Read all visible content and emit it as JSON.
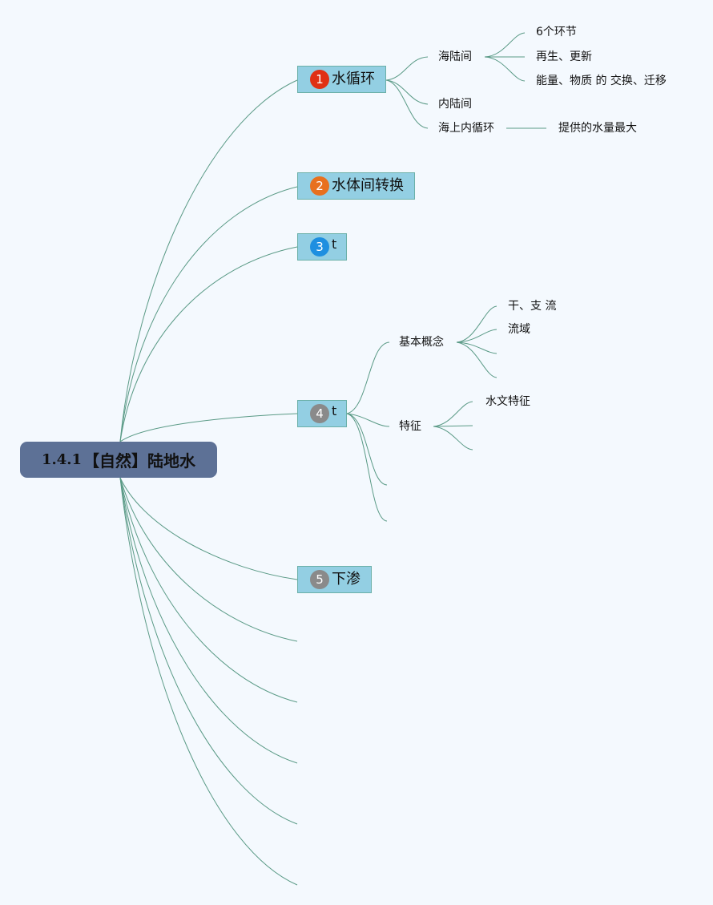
{
  "root": {
    "number": "1.4.1",
    "title": "【自然】陆地水"
  },
  "topics": [
    {
      "badge": "1",
      "label": "水循环",
      "color": "#e03014"
    },
    {
      "badge": "2",
      "label": "水体间转换",
      "color": "#e8701e"
    },
    {
      "badge": "3",
      "label": "t",
      "color": "#1e8fe0"
    },
    {
      "badge": "4",
      "label": "t",
      "color": "#8a8a8a"
    },
    {
      "badge": "5",
      "label": "下渗",
      "color": "#8a8a8a"
    }
  ],
  "water_cycle": {
    "sea_land": "海陆间",
    "sea_land_items": [
      "6个环节",
      "再生、更新",
      "能量、物质 的 交换、迁移"
    ],
    "inland": "内陆间",
    "ocean": "海上内循环",
    "ocean_note": "提供的水量最大"
  },
  "topic4": {
    "basic": "基本概念",
    "basic_items": [
      "干、支 流",
      "流域"
    ],
    "features": "特征",
    "features_items": [
      "水文特征"
    ]
  },
  "colors": {
    "link": "#5a9a86",
    "topic_fill": "#93cfe3",
    "root_fill": "#5d7196"
  }
}
